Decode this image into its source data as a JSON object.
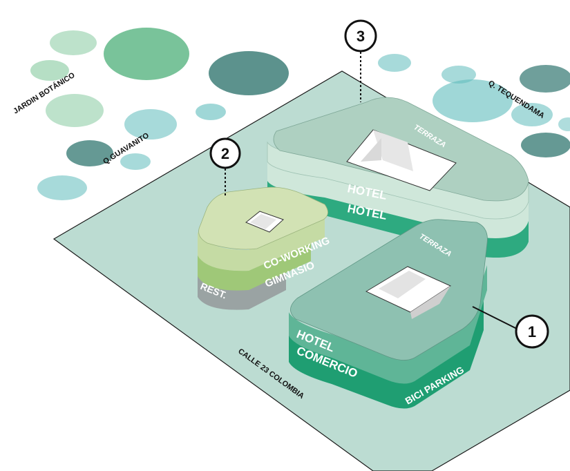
{
  "places": {
    "jardin": "JARDIN BOTÁNICO",
    "guavanito": "Q.GUAVANITO",
    "tequendama": "Q. TEQUENDAMA",
    "calle": "CALLE 23 COLOMBIA"
  },
  "callouts": [
    "1",
    "2",
    "3"
  ],
  "building_3": {
    "terrace": "TERRAZA",
    "floor_top": "HOTEL",
    "floor_bottom": "HOTEL"
  },
  "building_2": {
    "floor_1": "CO-WORKING",
    "floor_2": "GIMNASIO",
    "floor_3": "REST."
  },
  "building_1": {
    "terrace": "TERRAZA",
    "floor_1": "HOTEL",
    "floor_2": "COMERCIO",
    "floor_3": "BICI PARKING"
  },
  "colors": {
    "site": "#bcdcd2",
    "tree_green": "#6dbf8b",
    "tree_teal": "#5fbcbc",
    "tree_dark": "#3f7f79",
    "b3_top": "#aed0c1",
    "b3_side": "#cfe7da",
    "b3_base": "#2eaa80",
    "b2_top": "#d2e2b4",
    "b2_mid": "#9fc878",
    "b2_base": "#9aa3a3",
    "b1_top": "#8ec1b1",
    "b1_mid": "#5fb597",
    "b1_base": "#1f9e72"
  }
}
